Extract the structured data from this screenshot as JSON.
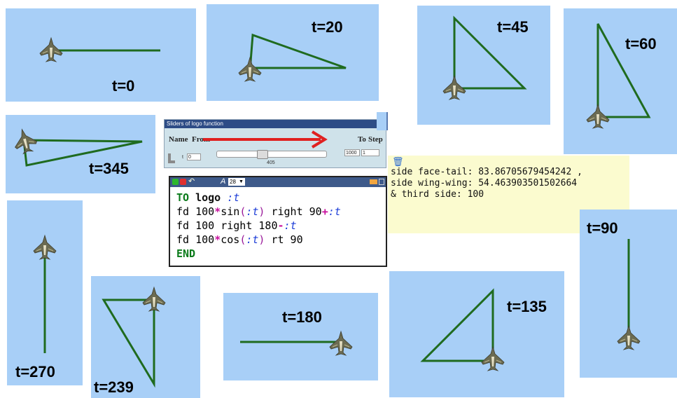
{
  "turtle_panels": [
    {
      "label": "t=0"
    },
    {
      "label": "t=20"
    },
    {
      "label": "t=45"
    },
    {
      "label": "t=60"
    },
    {
      "label": "t=345"
    },
    {
      "label": "t=270"
    },
    {
      "label": "t=239"
    },
    {
      "label": "t=180"
    },
    {
      "label": "t=135"
    },
    {
      "label": "t=90"
    }
  ],
  "sliders": {
    "title": "Sliders of logo function",
    "col_name": "Name",
    "col_from": "From",
    "col_to": "To",
    "col_step": "Step",
    "var_name": "t",
    "from_value": "0",
    "to_value": "1000",
    "step_value": "1",
    "current_value": "405",
    "max_value": 1000,
    "arrow_color": "#e02020"
  },
  "editor": {
    "font_size": "28",
    "lines": {
      "l1_kw": "TO",
      "l1_name": "logo",
      "l1_var": ":t",
      "l2_a": "fd 100",
      "l2_op1": "*",
      "l2_fn": "sin",
      "l2_p1": "(",
      "l2_var": ":t",
      "l2_p2": ")",
      "l2_b": " right 90",
      "l2_op2": "+",
      "l2_var2": ":t",
      "l3_a": "fd 100 right 180",
      "l3_op": "-",
      "l3_var": ":t",
      "l4_a": "fd 100",
      "l4_op": "*",
      "l4_fn": "cos",
      "l4_p1": "(",
      "l4_var": ":t",
      "l4_p2": ")",
      "l4_b": " rt 90",
      "l5_kw": "END"
    }
  },
  "output": {
    "lines": [
      "side face-tail: 83.86705679454242 ,",
      "side wing-wing: 54.463903501502664",
      "& third side: 100"
    ]
  },
  "colors": {
    "panel_bg": "#a8cff7",
    "path": "#1f6b1f",
    "turtle_body": "#6b6b52"
  }
}
